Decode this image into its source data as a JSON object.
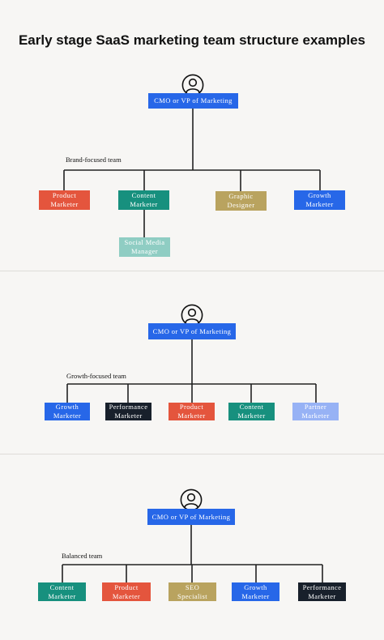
{
  "title": "Early stage SaaS marketing team structure examples",
  "colors": {
    "blue": "#2767e8",
    "red": "#e4553d",
    "teal": "#17907e",
    "olive": "#b9a35f",
    "dark": "#18202b",
    "lightblue": "#97b2f5",
    "lightteal": "#8fcdc3",
    "background": "#f7f6f4"
  },
  "brand_team": {
    "label": "Brand-focused team",
    "root": "CMO or VP of Marketing",
    "members": [
      "Product\nMarketer",
      "Content\nMarketer",
      "Graphic\nDesigner",
      "Growth\nMarketer"
    ],
    "sub_member": "Social Media\nManager"
  },
  "growth_team": {
    "label": "Growth-focused team",
    "root": "CMO or VP of Marketing",
    "members": [
      "Growth\nMarketer",
      "Performance\nMarketer",
      "Product\nMarketer",
      "Content\nMarketer",
      "Partner\nMarketer"
    ]
  },
  "balanced_team": {
    "label": "Balanced team",
    "root": "CMO or VP of Marketing",
    "members": [
      "Content\nMarketer",
      "Product\nMarketer",
      "SEO\nSpecialist",
      "Growth\nMarketer",
      "Performance\nMarketer"
    ]
  }
}
